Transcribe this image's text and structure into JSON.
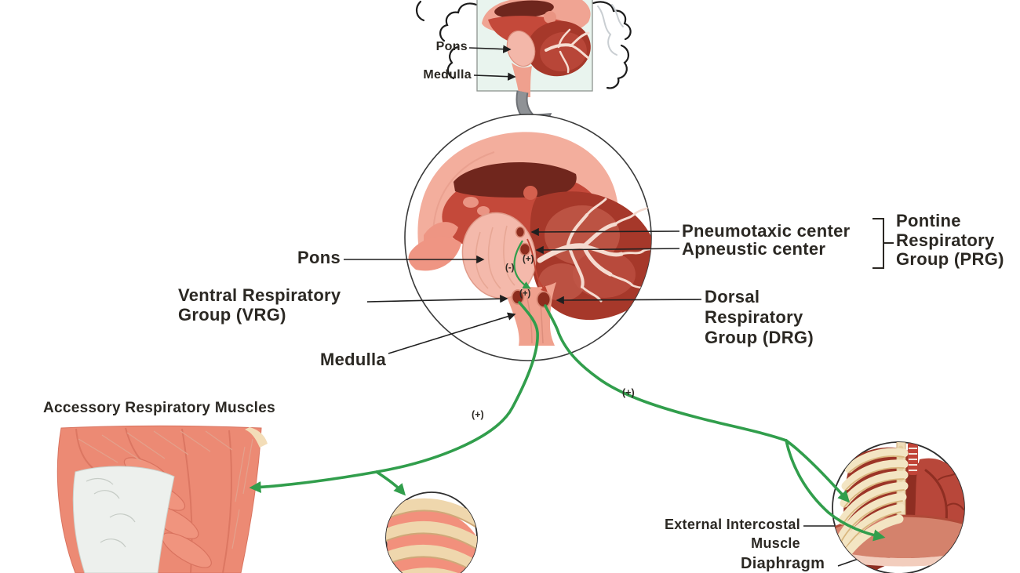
{
  "colors": {
    "pathway_green": "#319e4c",
    "leader_black": "#1f1f1f",
    "label_text": "#2b2823",
    "inset_box": "#e9f4ee",
    "brain_salmon": "#f2a897",
    "brain_red": "#c4493a",
    "ventricle_maroon": "#70261d",
    "cerebellum_red": "#a6382a",
    "pons_pink": "#f4b9ab",
    "node_dark_red": "#8d2d1e",
    "muscle_salmon": "#ec8a74",
    "rib_cream": "#f3e5c3",
    "diaphragm_pink": "#d4826c",
    "gray_arrow": "#8f9296"
  },
  "inset": {
    "pons_label": "Pons",
    "medulla_label": "Medulla"
  },
  "main_circle": {
    "pons_label": "Pons",
    "vrg_line1": "Ventral Respiratory",
    "vrg_line2": "Group (VRG)",
    "medulla_label": "Medulla",
    "pneumotaxic_label": "Pneumotaxic center",
    "apneustic_label": "Apneustic center",
    "prg_line1": "Pontine",
    "prg_line2": "Respiratory",
    "prg_line3": "Group (PRG)",
    "drg_line1": "Dorsal",
    "drg_line2": "Respiratory",
    "drg_line3": "Group (DRG)",
    "sign_plus_pons": "(+)",
    "sign_minus_pons": "(-)",
    "sign_plus_medulla": "(+)"
  },
  "pathways": {
    "sign_plus_left": "(+)",
    "sign_plus_right": "(+)"
  },
  "targets": {
    "accessory_title": "Accessory Respiratory Muscles",
    "external_intercostal_line1": "External Intercostal",
    "external_intercostal_line2": "Muscle",
    "diaphragm_label": "Diaphragm"
  }
}
